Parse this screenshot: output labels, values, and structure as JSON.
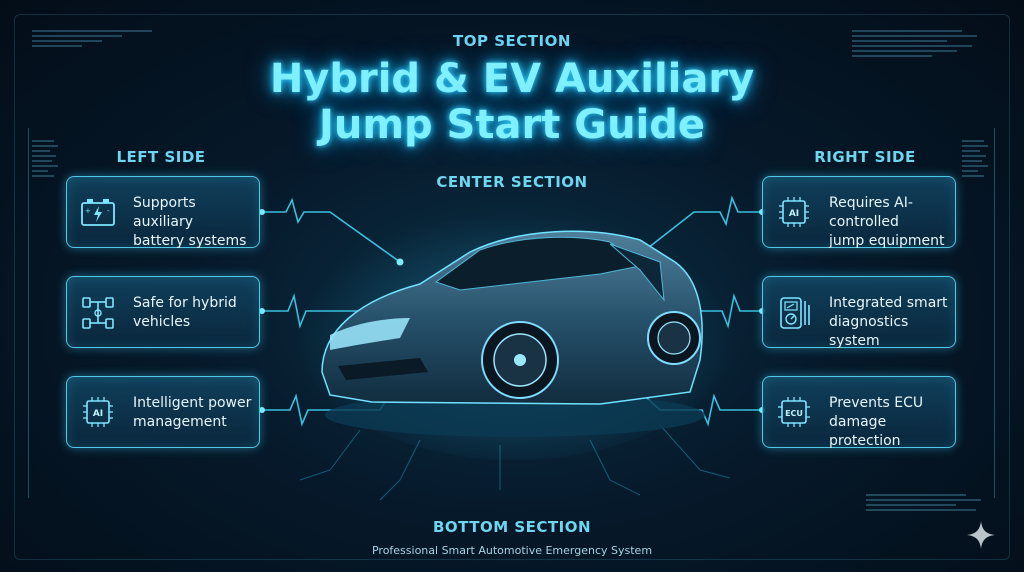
{
  "sections": {
    "top": "TOP SECTION",
    "left": "LEFT SIDE",
    "center": "CENTER SECTION",
    "right": "RIGHT SIDE",
    "bottom": "BOTTOM SECTION"
  },
  "title_line1": "Hybrid & EV Auxiliary",
  "title_line2": "Jump Start Guide",
  "left_cards": [
    {
      "line1": "Supports auxiliary",
      "line2": "battery systems",
      "icon": "battery-icon"
    },
    {
      "line1": "Safe for hybrid",
      "line2": "vehicles",
      "icon": "chassis-icon"
    },
    {
      "line1": "Intelligent power",
      "line2": "management",
      "icon": "ai-chip-icon"
    }
  ],
  "right_cards": [
    {
      "line1": "Requires AI-controlled",
      "line2": "jump equipment",
      "icon": "ai-chip-icon"
    },
    {
      "line1": "Integrated smart",
      "line2": "diagnostics system",
      "icon": "multimeter-icon"
    },
    {
      "line1": "Prevents ECU",
      "line2": "damage protection",
      "icon": "ecu-chip-icon"
    }
  ],
  "chip_ai": "AI",
  "chip_ecu": "ECU",
  "footer": "Professional Smart Automotive Emergency System",
  "colors": {
    "accent": "#4fc7e6",
    "glow": "#7ff0ff",
    "background": "#06192a"
  }
}
